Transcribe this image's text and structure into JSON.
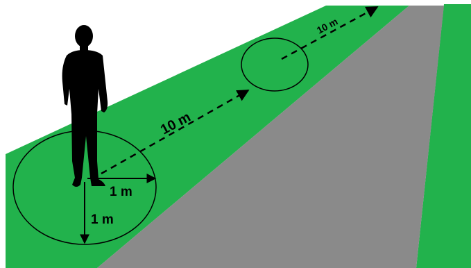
{
  "colors": {
    "grass": "#22b24c",
    "road": "#8a8a8a",
    "outline": "#000000",
    "background": "#ffffff"
  },
  "labels": {
    "radius_horizontal": "1 m",
    "radius_vertical": "1 m",
    "distance_first": "10 m",
    "distance_second": "10 m"
  },
  "icons": {
    "person": "person-silhouette-icon"
  }
}
